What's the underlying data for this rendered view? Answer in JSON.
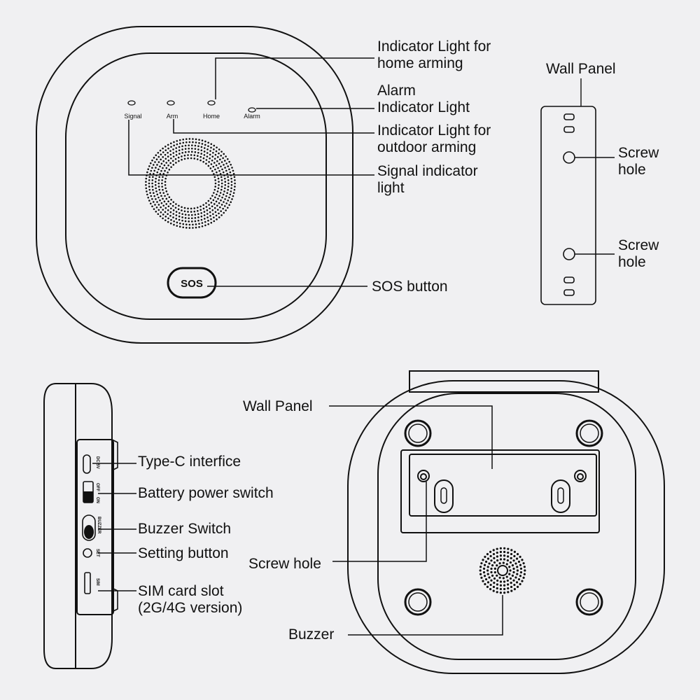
{
  "front": {
    "led_labels": [
      "Signal",
      "Arm",
      "Home",
      "Alarm"
    ],
    "sos_label": "SOS",
    "callouts": {
      "home_arming": [
        "Indicator Light for",
        "home arming"
      ],
      "alarm": [
        "Alarm",
        "Indicator Light"
      ],
      "outdoor_arming": [
        "Indicator Light for",
        "outdoor arming"
      ],
      "signal": [
        "Signal indicator",
        "light"
      ],
      "sos": [
        "SOS button"
      ]
    }
  },
  "wall_panel": {
    "title": "Wall Panel",
    "screw_hole_top": [
      "Screw",
      "hole"
    ],
    "screw_hole_bottom": [
      "Screw",
      "hole"
    ]
  },
  "side": {
    "port_markings": {
      "dc": "DC 5V",
      "off": "OFF",
      "on": "ON",
      "buzzer": "BUZZER",
      "set": "SET",
      "sim": "SIM"
    },
    "callouts": {
      "type_c": [
        "Type-C interfice"
      ],
      "battery": [
        "Battery power switch"
      ],
      "buzzer_switch": [
        "Buzzer Switch"
      ],
      "setting": [
        "Setting button"
      ],
      "sim": [
        "SIM card slot",
        "(2G/4G version)"
      ]
    }
  },
  "back": {
    "callouts": {
      "wall_panel": [
        "Wall Panel"
      ],
      "screw_hole": [
        "Screw hole"
      ],
      "buzzer": [
        "Buzzer"
      ]
    }
  },
  "colors": {
    "background": "#f0f0f2",
    "line": "#111111",
    "fill": "#ffffff"
  }
}
